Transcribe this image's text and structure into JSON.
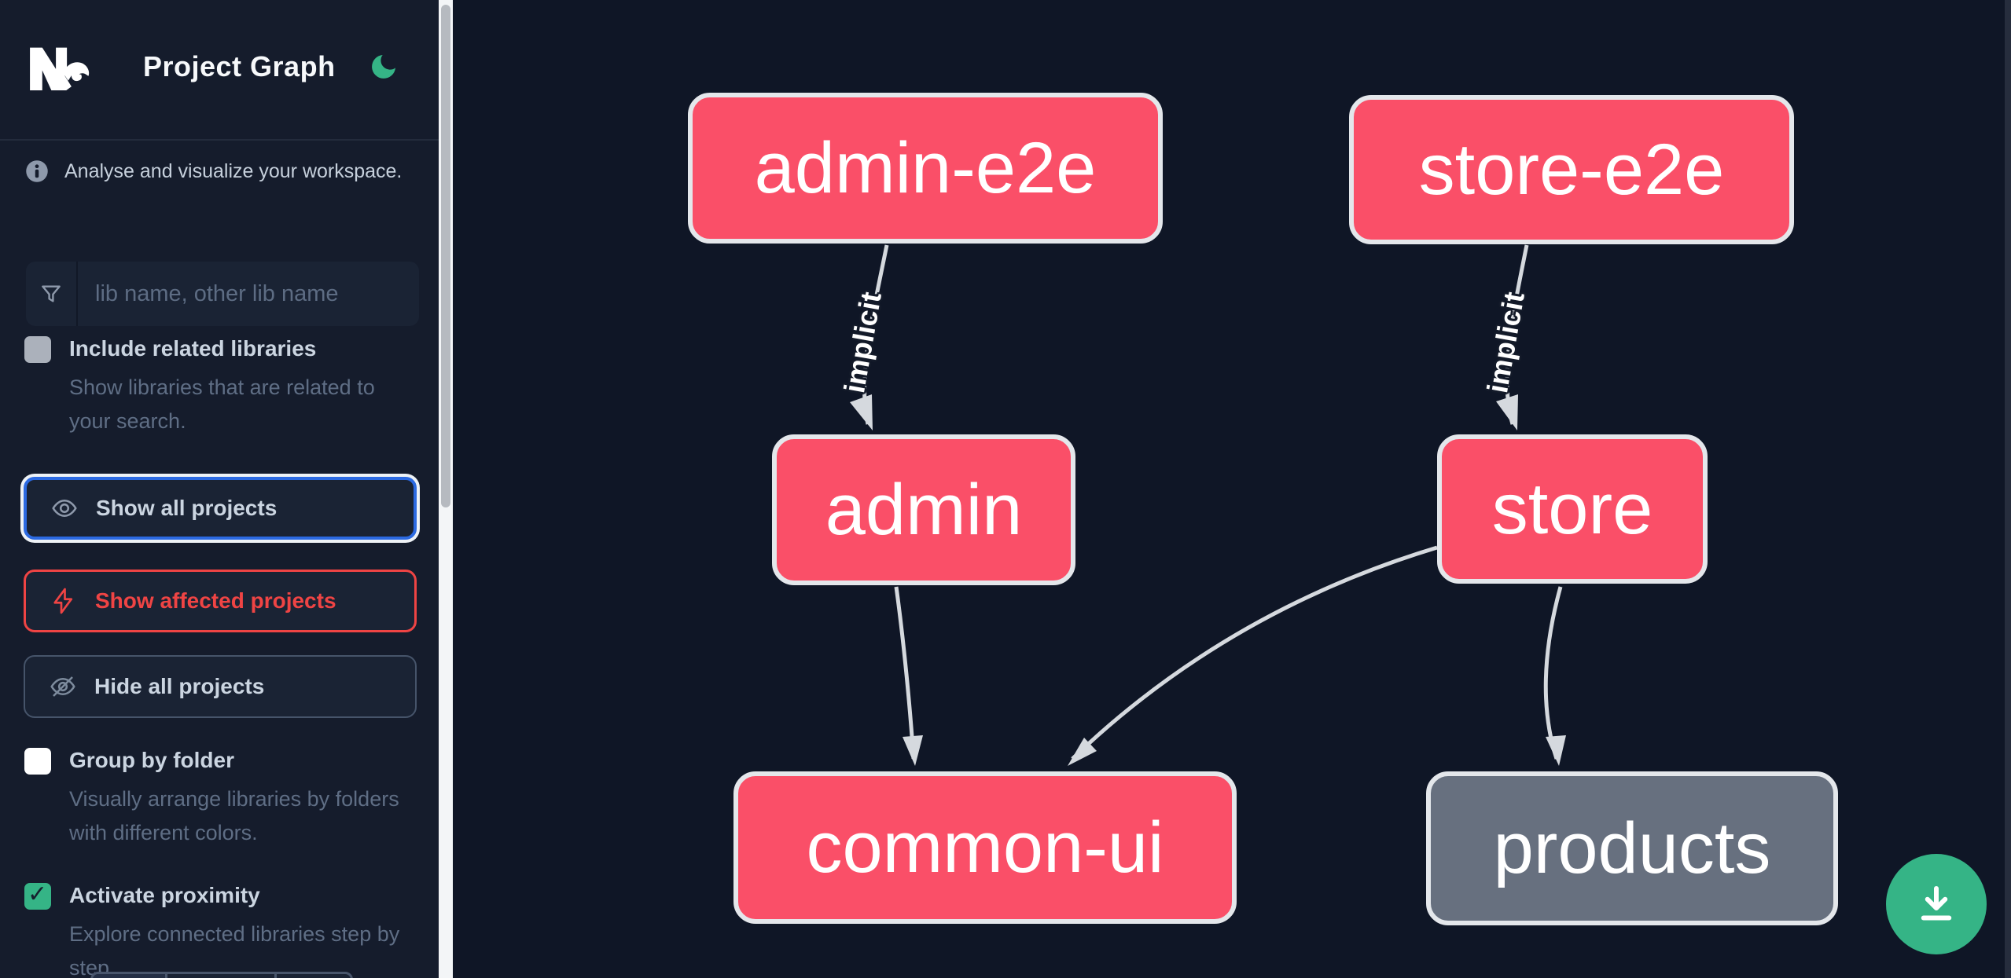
{
  "app": {
    "title": "Project Graph"
  },
  "sidebar": {
    "tagline": "Analyse and visualize your workspace.",
    "search": {
      "placeholder": "lib name, other lib name"
    },
    "options": [
      {
        "id": "include-related-libraries",
        "label": "Include related libraries",
        "description": "Show libraries that are related to your search.",
        "checked": false,
        "disabled": true
      },
      {
        "id": "group-by-folder",
        "label": "Group by folder",
        "description": "Visually arrange libraries by folders with different colors.",
        "checked": false,
        "disabled": false
      },
      {
        "id": "activate-proximity",
        "label": "Activate proximity",
        "description": "Explore connected libraries step by step.",
        "checked": true,
        "disabled": false
      }
    ],
    "actions": [
      {
        "id": "show-all-projects",
        "label": "Show all projects",
        "icon": "eye-icon",
        "state": "focused"
      },
      {
        "id": "show-affected-projects",
        "label": "Show affected projects",
        "icon": "bolt-icon",
        "state": "affected"
      },
      {
        "id": "hide-all-projects",
        "label": "Hide all projects",
        "icon": "eye-off-icon",
        "state": "default"
      }
    ]
  },
  "graph": {
    "nodes": [
      {
        "id": "admin-e2e",
        "label": "admin-e2e",
        "color": "#fa4f68"
      },
      {
        "id": "store-e2e",
        "label": "store-e2e",
        "color": "#fa4f68"
      },
      {
        "id": "admin",
        "label": "admin",
        "color": "#fa4f68"
      },
      {
        "id": "store",
        "label": "store",
        "color": "#fa4f68"
      },
      {
        "id": "common-ui",
        "label": "common-ui",
        "color": "#fa4f68"
      },
      {
        "id": "products",
        "label": "products",
        "color": "#67707f"
      }
    ],
    "edges": [
      {
        "from": "admin-e2e",
        "to": "admin",
        "label": "implicit"
      },
      {
        "from": "store-e2e",
        "to": "store",
        "label": "implicit"
      },
      {
        "from": "admin",
        "to": "common-ui",
        "label": ""
      },
      {
        "from": "store",
        "to": "common-ui",
        "label": ""
      },
      {
        "from": "store",
        "to": "products",
        "label": ""
      }
    ]
  },
  "fab": {
    "icon": "download-icon"
  },
  "colors": {
    "sidebar_bg": "#151c2c",
    "canvas_bg": "#0f1626",
    "panel_bg": "#1a2334",
    "accent_blue": "#2c6ae2",
    "affected_red": "#ef4444",
    "green": "#35b486",
    "node_pink": "#fa4f68",
    "node_gray": "#67707f",
    "node_border": "#e4e7eb",
    "edge_gray": "#d5d9de",
    "text_primary": "#cbd5e1",
    "text_muted": "#5f6e85"
  }
}
